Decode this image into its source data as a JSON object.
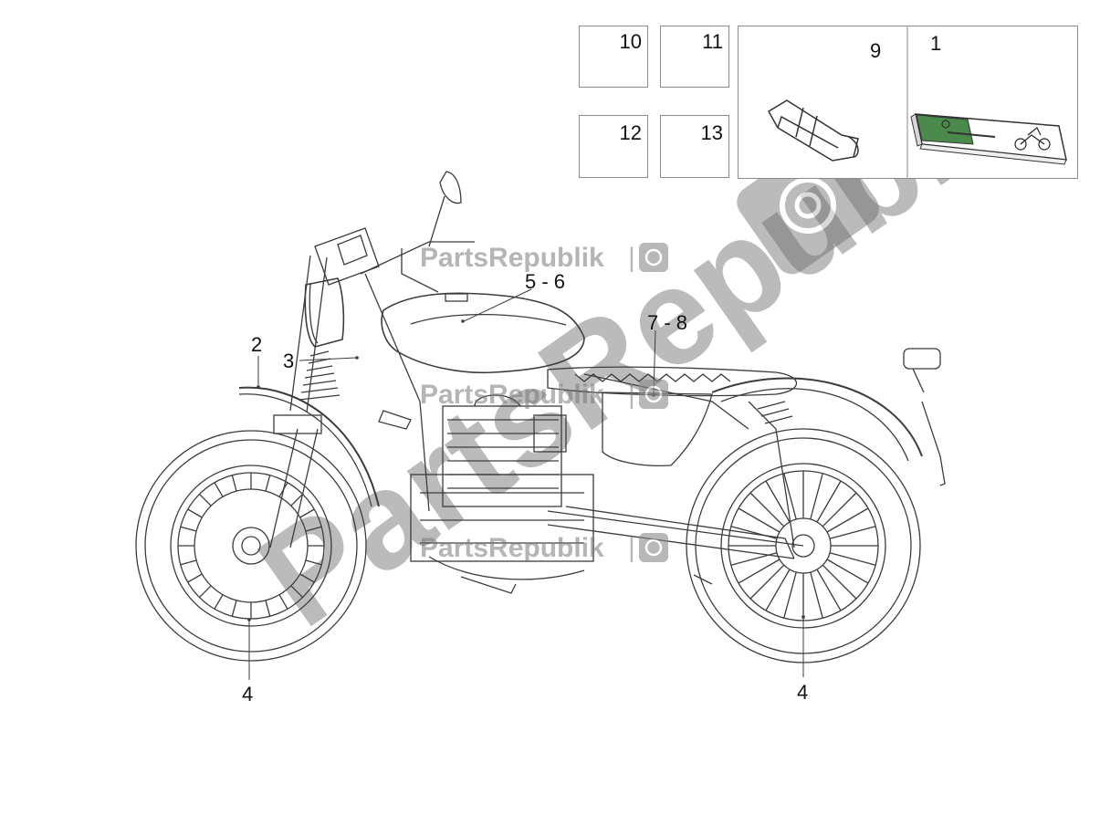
{
  "kit_boxes": {
    "box_10": "10",
    "box_11": "11",
    "box_12": "12",
    "box_13": "13",
    "box_9": "9",
    "box_1": "1"
  },
  "callouts": {
    "c2": "2",
    "c3": "3",
    "c56": "5 - 6",
    "c78": "7 - 8",
    "c4_front": "4",
    "c4_rear": "4"
  },
  "watermark": {
    "text": "PartsRepublik",
    "big_text": "PartsRepublik",
    "color": "#7a7a7a"
  },
  "colors": {
    "line": "#3c3c3c",
    "box_border": "#8a8a8a",
    "manual_green": "#4a8a4a"
  }
}
